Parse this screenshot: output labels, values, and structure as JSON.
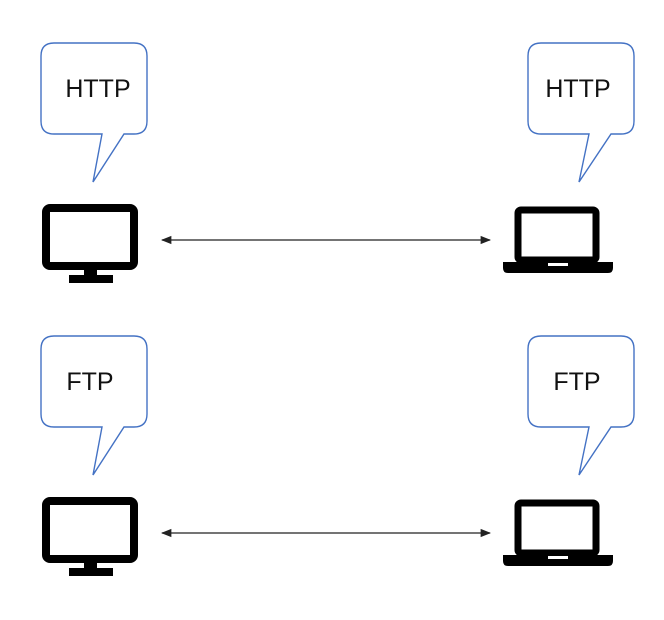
{
  "rows": [
    {
      "protocol": "HTTP",
      "left_device": "desktop-monitor-icon",
      "right_device": "laptop-icon",
      "connection": "bidirectional"
    },
    {
      "protocol": "FTP",
      "left_device": "desktop-monitor-icon",
      "right_device": "laptop-icon",
      "connection": "bidirectional"
    }
  ],
  "colors": {
    "bubble_stroke": "#4472C4",
    "icon": "#000000",
    "arrow": "#222222",
    "text": "#111111"
  }
}
